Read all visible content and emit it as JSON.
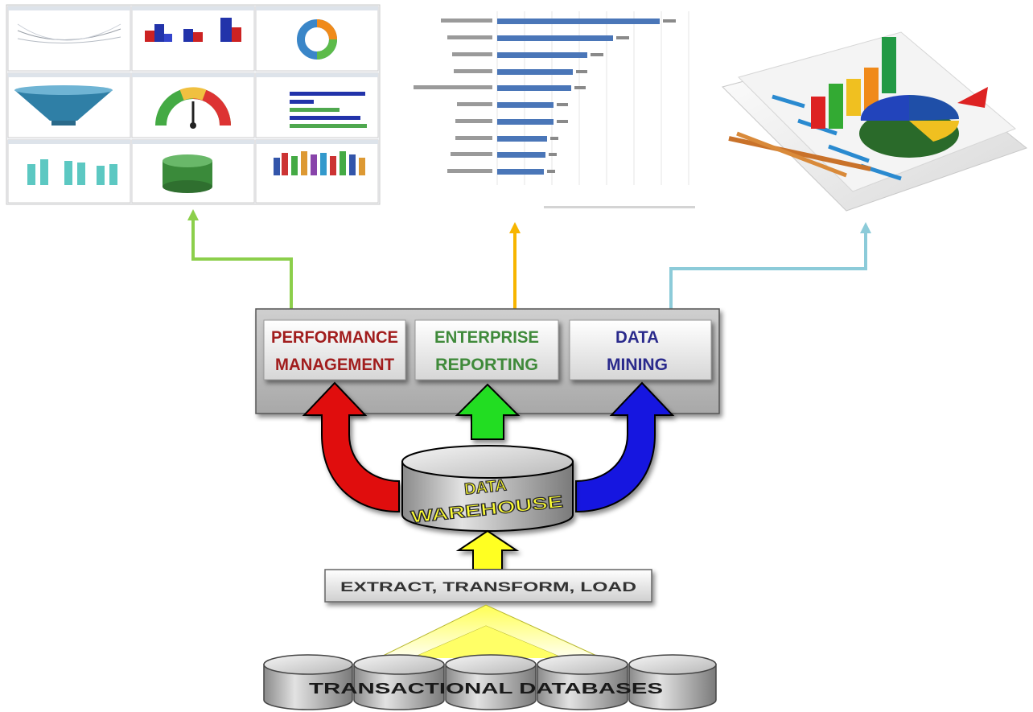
{
  "modules": {
    "performance_line1": "PERFORMANCE",
    "performance_line2": "MANAGEMENT",
    "enterprise_line1": "ENTERPRISE",
    "enterprise_line2": "REPORTING",
    "mining_line1": "DATA",
    "mining_line2": "MINING"
  },
  "warehouse": {
    "line1": "DATA",
    "line2": "WAREHOUSE"
  },
  "etl_label": "EXTRACT, TRANSFORM, LOAD",
  "sources_label": "TRANSACTIONAL DATABASES",
  "colors": {
    "performance_text": "#a11d1d",
    "enterprise_text": "#3f8a3a",
    "mining_text": "#2a2a8c",
    "red_arrow": "#e01010",
    "green_arrow": "#22dd22",
    "blue_arrow": "#1818e0",
    "yellow_arrow": "#ffff22",
    "connector_green": "#8ccf4b",
    "connector_orange": "#f7b500",
    "connector_cyan": "#8ccbd9"
  },
  "icons": [
    "dashboard-thumbnail",
    "bar-chart-report-thumbnail",
    "3d-charts-illustration",
    "database-cylinder-icon"
  ]
}
